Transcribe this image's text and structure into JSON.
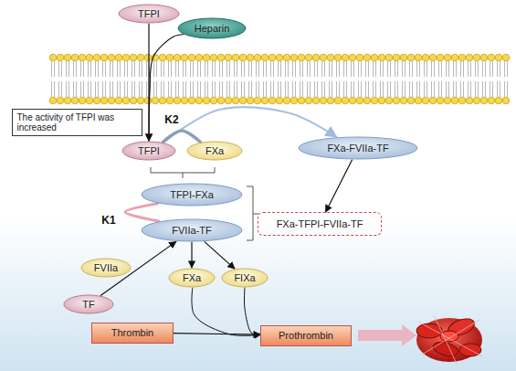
{
  "diagram": {
    "nodes": [
      {
        "text": [
          "TFPI"
        ]
      },
      {
        "text": [
          "Heparin"
        ]
      },
      {
        "text": [
          "The activity of TFPI was increased"
        ]
      },
      {
        "text": [
          "TFPI"
        ]
      },
      {
        "text": [
          "FXa"
        ]
      },
      {
        "text": [
          "FXa-FVIIa-TF"
        ]
      },
      {
        "text": [
          "TFPI-FXa"
        ]
      },
      {
        "text": [
          "FVIIa-TF"
        ]
      },
      {
        "text": [
          "FXa-TFPI-FVIIa-TF"
        ]
      },
      {
        "text": [
          "FVIIa"
        ]
      },
      {
        "text": [
          "FXa"
        ]
      },
      {
        "text": [
          "FIXa"
        ]
      },
      {
        "text": [
          "TF"
        ]
      },
      {
        "text": [
          "Thrombin"
        ]
      },
      {
        "text": [
          "Prothrombin"
        ]
      }
    ],
    "edges": [
      {
        "from": 0,
        "to": 3,
        "arrow": "to"
      },
      {
        "from": 1,
        "to": 3,
        "arrow": "to"
      },
      {
        "from": 3,
        "to": 5,
        "arrow": "to"
      },
      {
        "from": 3,
        "to": 4,
        "label": "K2",
        "arrow": "none"
      },
      {
        "from": 5,
        "to": 8,
        "arrow": "to"
      },
      {
        "from": 6,
        "to": 7,
        "label": "K1",
        "arrow": "none"
      },
      {
        "from": 12,
        "to": 7,
        "arrow": "to"
      },
      {
        "from": 7,
        "to": 10,
        "arrow": "to"
      },
      {
        "from": 7,
        "to": 11,
        "arrow": "to"
      },
      {
        "from": 13,
        "to": 14,
        "arrow": "to"
      },
      {
        "from": 10,
        "to": 14,
        "arrow": "to"
      },
      {
        "from": 11,
        "to": 14,
        "arrow": "to"
      }
    ]
  }
}
